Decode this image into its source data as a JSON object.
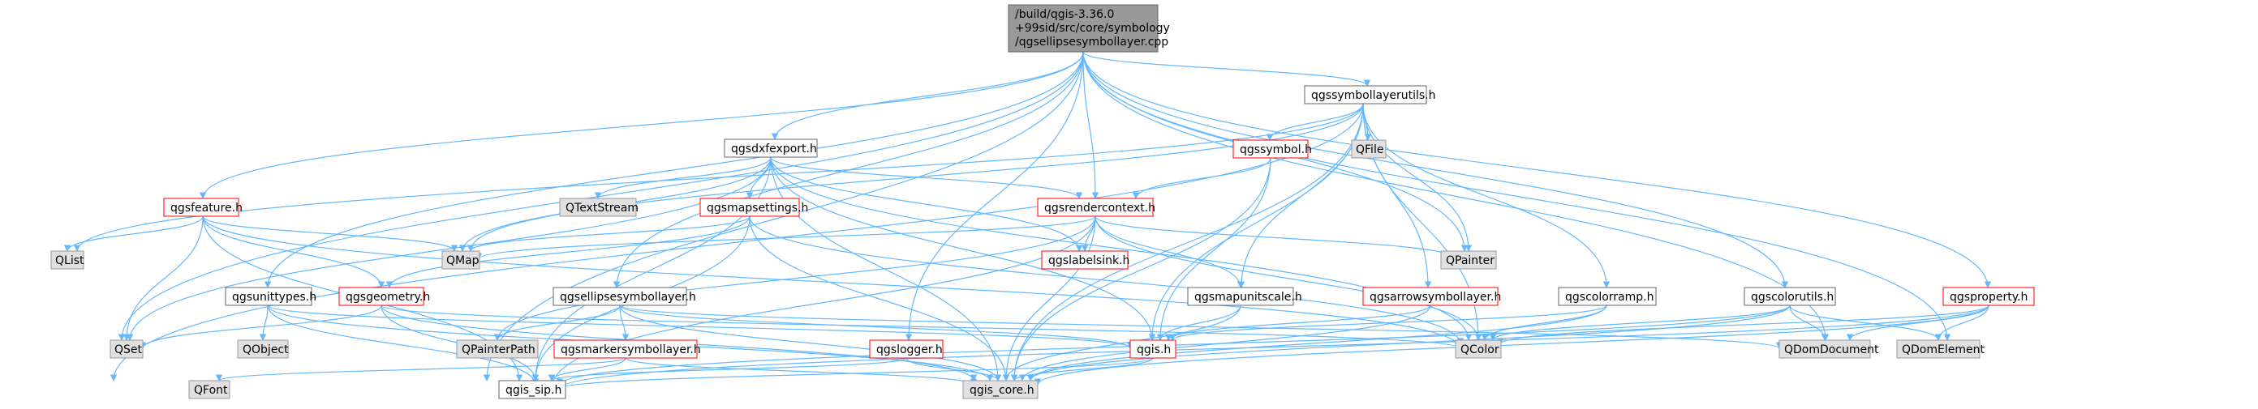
{
  "root_lines": [
    "/build/qgis-3.36.0",
    "+99sid/src/core/symbology",
    "/qgsellipsesymbollayer.cpp"
  ],
  "nodes": {
    "root": "qgsellipsesymbollayer.cpp",
    "symbollayerutils": "qgssymbollayerutils.h",
    "dxfexport": "qgsdxfexport.h",
    "feature": "qgsfeature.h",
    "symbol": "qgssymbol.h",
    "qfile": "QFile",
    "qtextstream": "QTextStream",
    "mapsettings": "qgsmapsettings.h",
    "rendercontext": "qgsrendercontext.h",
    "qlist": "QList",
    "unittypes": "qgsunittypes.h",
    "geometry": "qgsgeometry.h",
    "qmap": "QMap",
    "ellipsesymbollayer": "qgsellipsesymbollayer.h",
    "labelsink": "qgslabelsink.h",
    "mapunitscale": "qgsmapunitscale.h",
    "arrowsymbollayer": "qgsarrowsymbollayer.h",
    "colorramp": "qgscolorramp.h",
    "colorutils": "qgscolorutils.h",
    "property": "qgsproperty.h",
    "qpainter": "QPainter",
    "qobject": "QObject",
    "qset": "QSet",
    "qpainterpath": "QPainterPath",
    "markersymbollayer": "qgsmarkersymbollayer.h",
    "logger": "qgslogger.h",
    "qgis": "qgis.h",
    "qcolor": "QColor",
    "qdomdocument": "QDomDocument",
    "qdomelement": "QDomElement",
    "qfont": "QFont",
    "qgis_sip": "qgis_sip.h",
    "qgis_core": "qgis_core.h"
  },
  "colors": {
    "edge": "#63b8ff",
    "root_fill": "#999999",
    "external_fill": "#e0e0e0",
    "external_stroke": "#999999",
    "incomplete_stroke": "#ff0000",
    "node_stroke": "#666666",
    "node_fill": "#ffffff"
  }
}
